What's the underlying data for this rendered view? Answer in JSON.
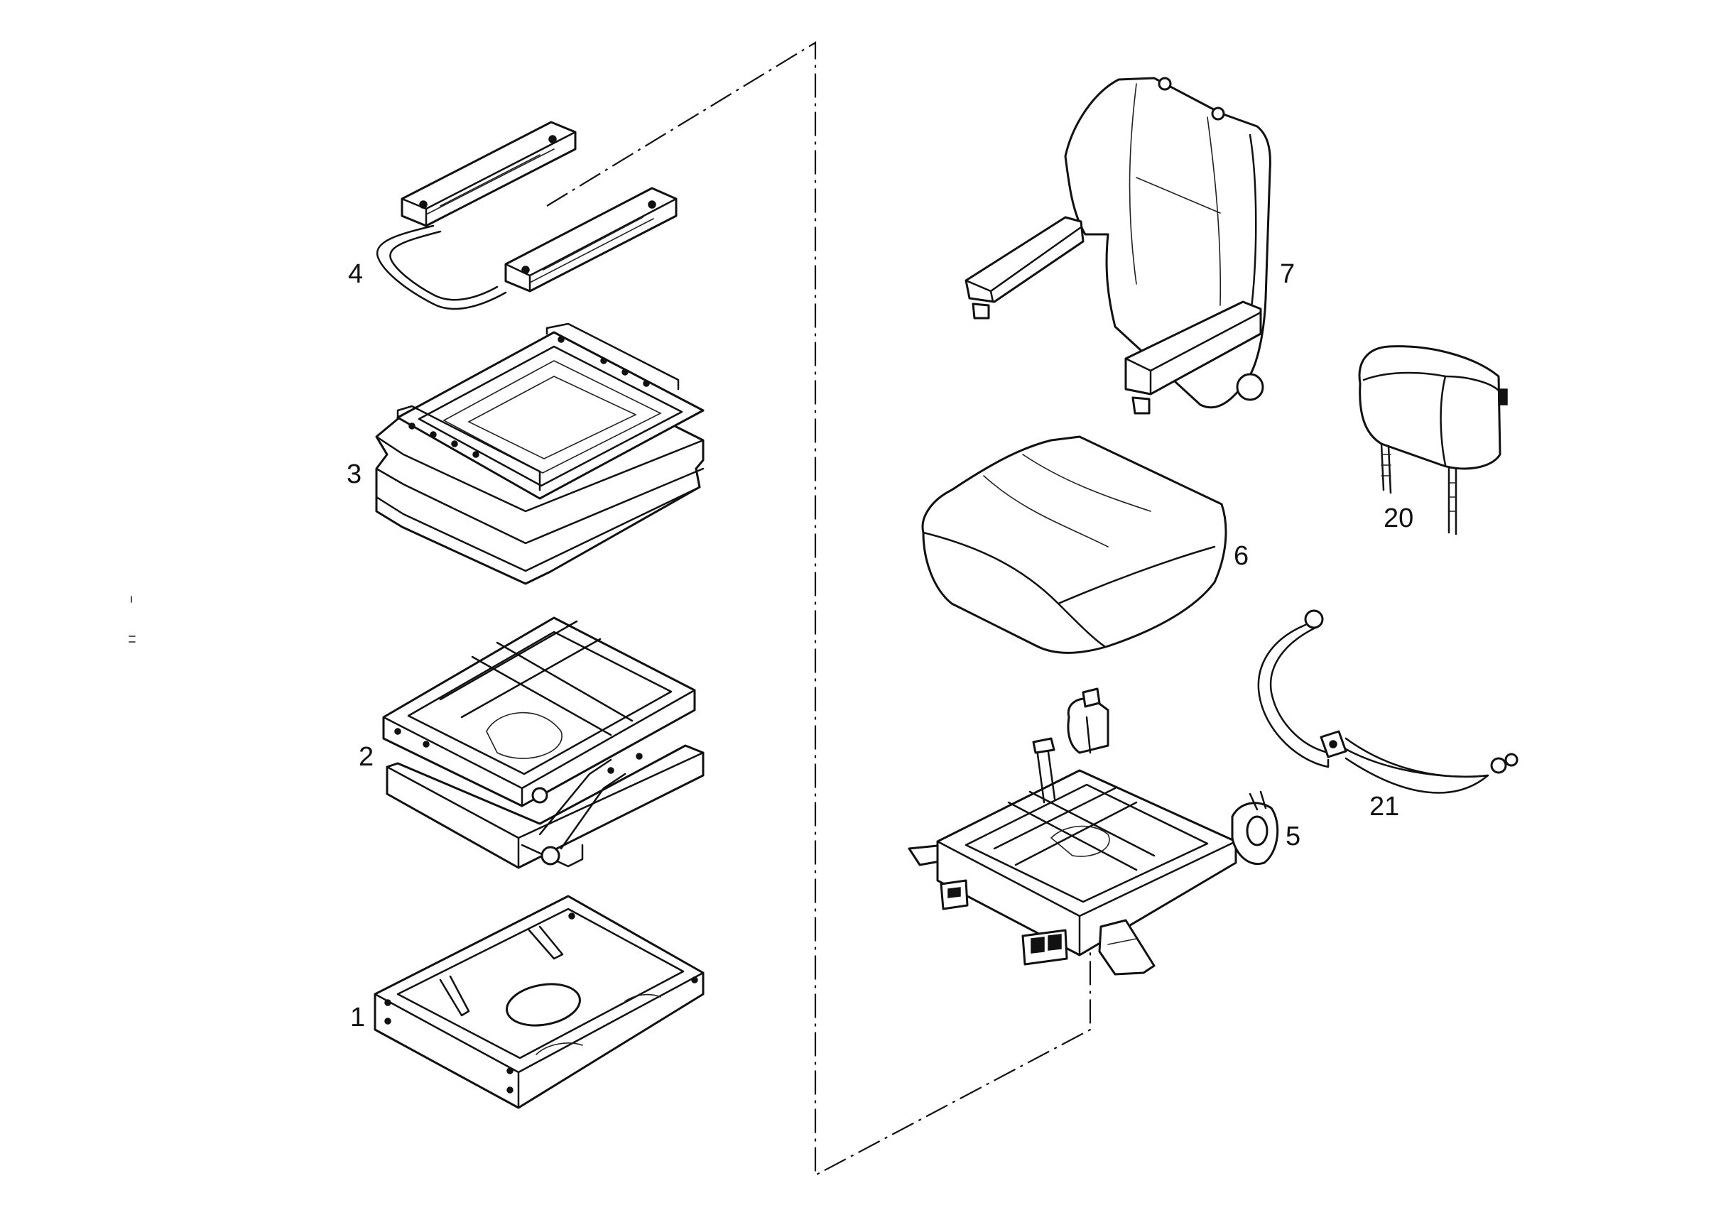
{
  "diagram": {
    "callouts": [
      {
        "id": "part-1",
        "label": "1"
      },
      {
        "id": "part-2",
        "label": "2"
      },
      {
        "id": "part-3",
        "label": "3"
      },
      {
        "id": "part-4",
        "label": "4"
      },
      {
        "id": "part-5",
        "label": "5"
      },
      {
        "id": "part-6",
        "label": "6"
      },
      {
        "id": "part-7",
        "label": "7"
      },
      {
        "id": "part-20",
        "label": "20"
      },
      {
        "id": "part-21",
        "label": "21"
      }
    ],
    "colors": {
      "ink": "#111111",
      "paper": "#ffffff"
    }
  }
}
